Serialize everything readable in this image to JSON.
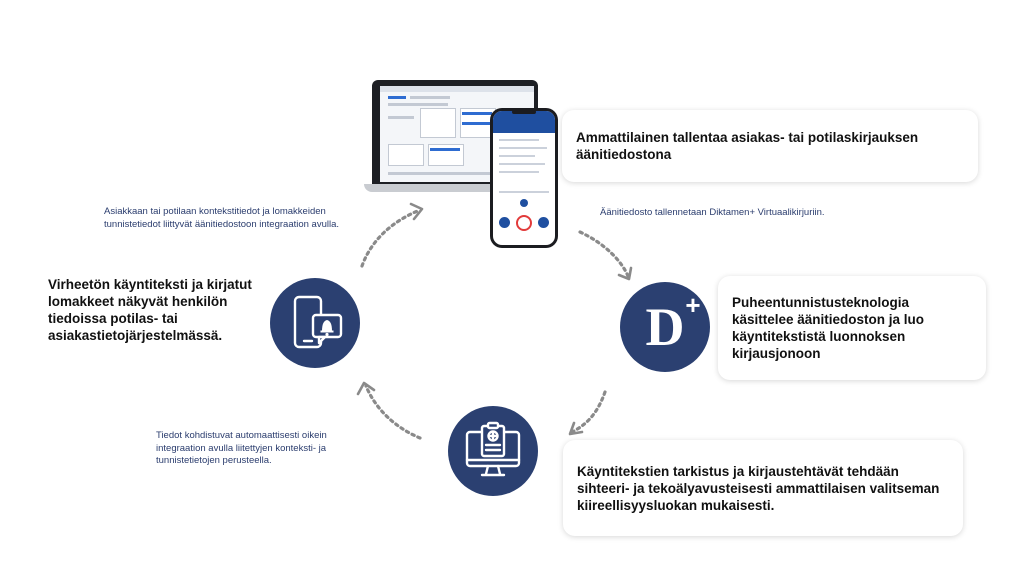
{
  "steps": {
    "record": "Ammattilainen tallentaa asiakas- tai potilaskirjauksen äänitiedostona",
    "speech": "Puheentunnistusteknologia käsittelee äänitiedoston ja luo käyntitekstistä luonnoksen kirjausjonoon",
    "review": "Käyntitekstien tarkistus ja kirjaustehtävät tehdään sihteeri- ja tekoälyavusteisesti ammattilaisen valitseman kiireellisyysluokan mukaisesti.",
    "result": "Virheetön käyntiteksti ja kirjatut lomakkeet näkyvät henkilön tiedoissa potilas- tai asiakastietojärjestelmässä."
  },
  "notes": {
    "context": "Asiakkaan tai potilaan kontekstitiedot ja lomakkeiden tunnistetiedot liittyvät äänitiedostoon integraation avulla.",
    "save": "Äänitiedosto tallennetaan Diktamen+ Virtuaalikirjuriin.",
    "target": "Tiedot kohdistuvat automaattisesti oikein integraation avulla liitettyjen konteksti- ja tunnistetietojen perusteella."
  },
  "logo": {
    "letter": "D",
    "plus": "+"
  },
  "colors": {
    "circle": "#2b4071",
    "note_text": "#2b3d6e",
    "arrow": "#8a8a8a",
    "app_blue": "#1f4fa0",
    "record_red": "#e23b3b"
  },
  "icons": [
    "laptop-icon",
    "smartphone-icon",
    "phone-notification-icon",
    "monitor-medical-report-icon",
    "diktamen-logo-icon"
  ]
}
